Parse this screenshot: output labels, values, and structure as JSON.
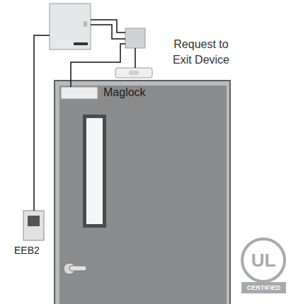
{
  "diagram": {
    "labels": [
      "Request to Exit Device",
      "Maglock",
      "EEB2",
      "UL",
      "CERTIFIED"
    ]
  }
}
